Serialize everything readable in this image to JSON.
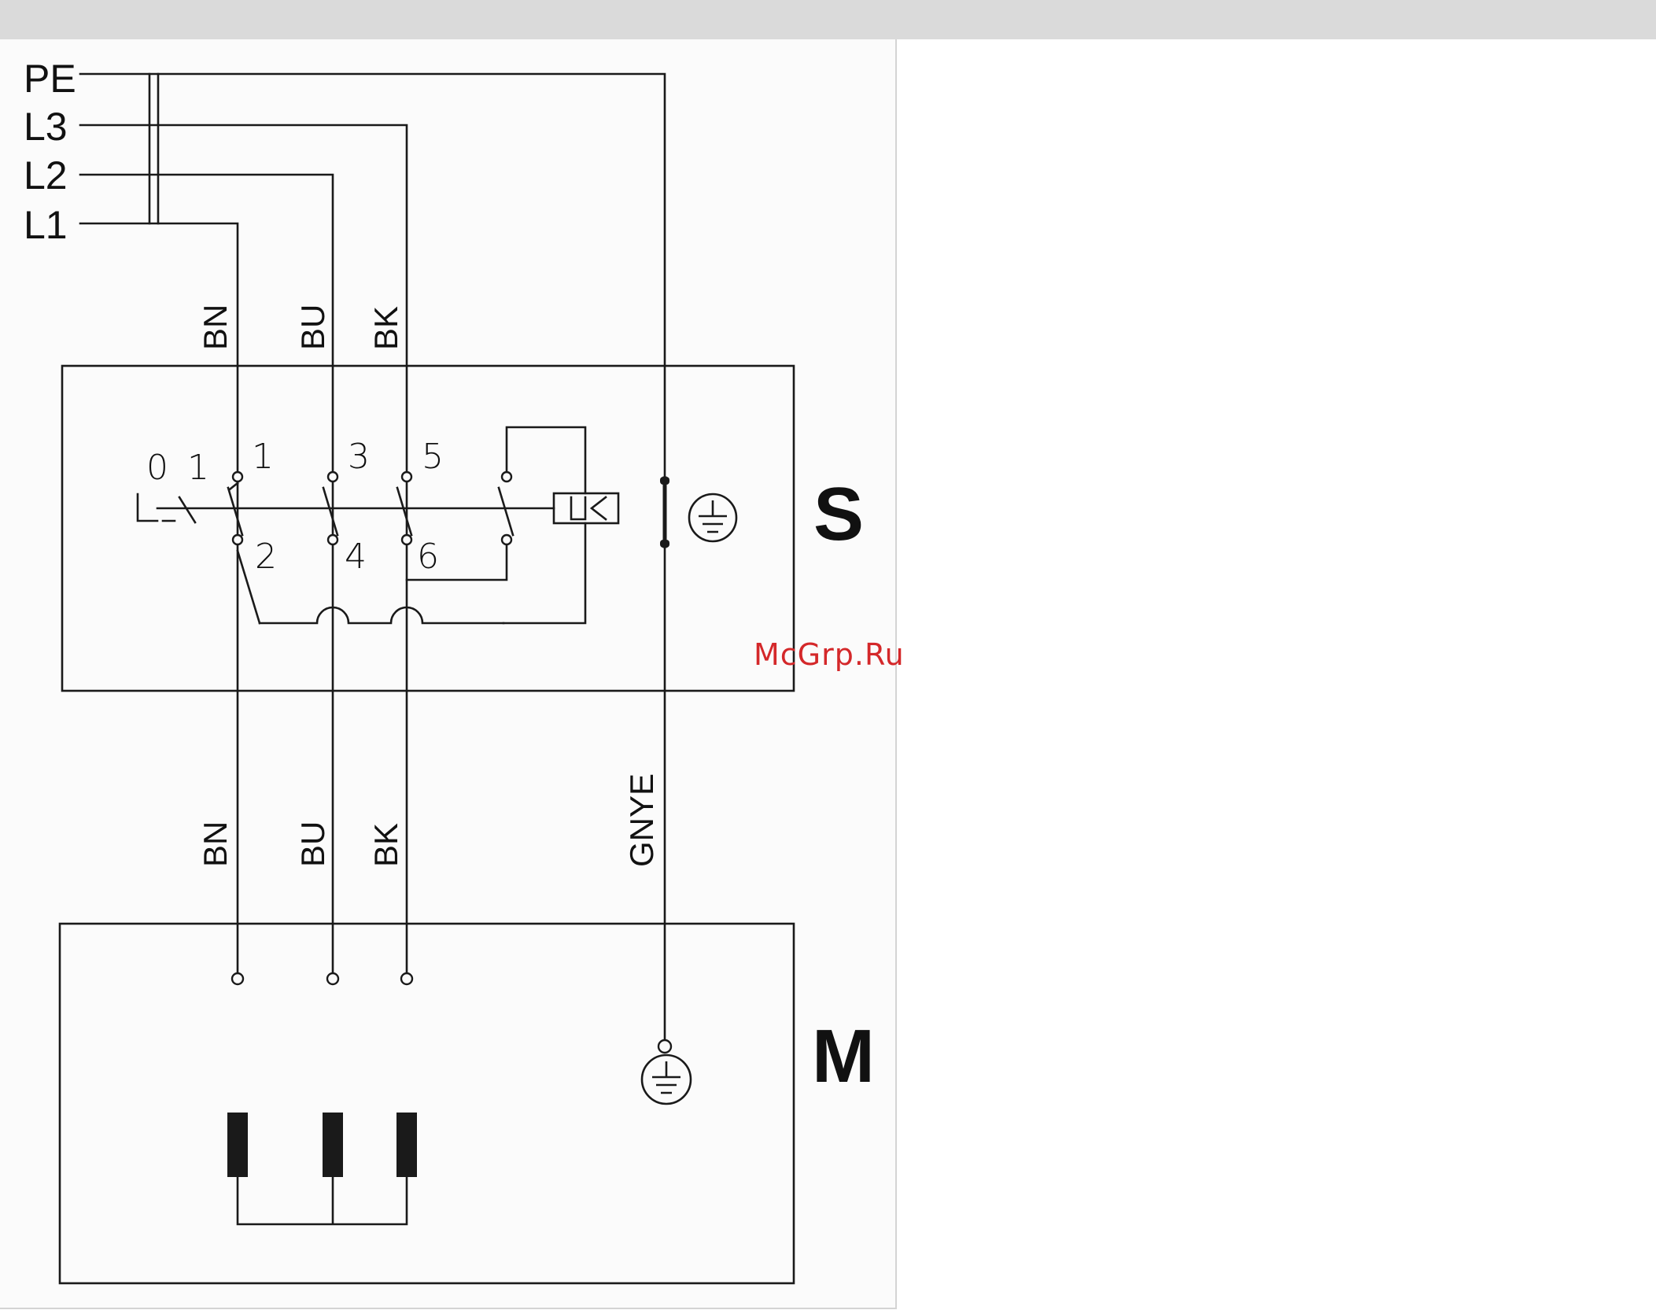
{
  "supply_lines": [
    "PE",
    "L3",
    "L2",
    "L1"
  ],
  "upper_wire_labels": [
    "BN",
    "BU",
    "BK"
  ],
  "lower_wire_labels": [
    "BN",
    "BU",
    "BK",
    "GNYE"
  ],
  "switch": {
    "positions": [
      "0",
      "1"
    ],
    "terminals_top": [
      "1",
      "3",
      "5"
    ],
    "terminals_bottom": [
      "2",
      "4",
      "6"
    ]
  },
  "blocks": {
    "switch_label": "S",
    "motor_label": "M"
  },
  "watermark": "McGrp.Ru",
  "icons": [
    "ground-symbol-icon",
    "motor-winding-icon",
    "thermal-relay-icon"
  ],
  "colors": {
    "line": "#1a1a1a",
    "watermark": "#d4282a",
    "panel_bg": "#fbfbfb",
    "topbar": "#dadada"
  }
}
